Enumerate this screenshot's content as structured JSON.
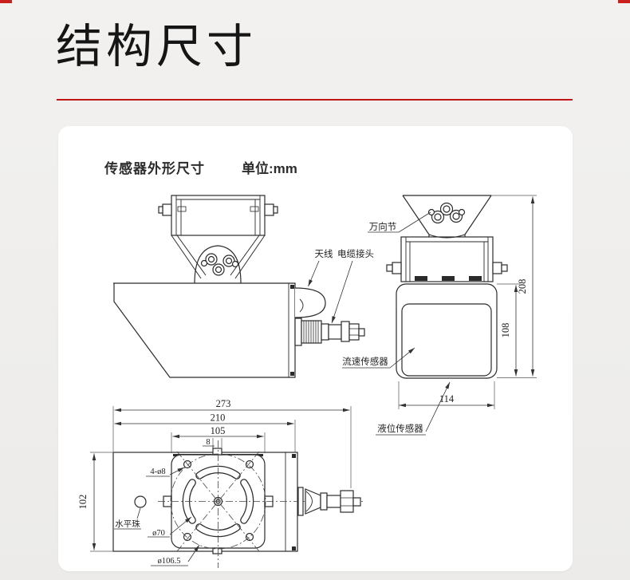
{
  "page": {
    "title": "结构尺寸"
  },
  "panel": {
    "heading": "传感器外形尺寸",
    "unit": "单位:mm"
  },
  "labels": {
    "antenna": "天线",
    "cable_joint": "电缆接头",
    "flow_sensor": "流速传感器",
    "universal_joint": "万向节",
    "level_sensor": "液位传感器",
    "corner_holes": "4-ø8",
    "level_bubble": "水平珠",
    "slot_circle": "ø70",
    "bolt_circle": "ø106.5"
  },
  "dims": {
    "front_total_height": "208",
    "front_body_height": "108",
    "front_body_width": "114",
    "top_total_length": "273",
    "top_body_length": "210",
    "top_plate_width": "105",
    "top_tab_width": "8",
    "top_body_width": "102"
  },
  "colors": {
    "accent_red": "#c21515",
    "line": "#2b2b2b"
  }
}
